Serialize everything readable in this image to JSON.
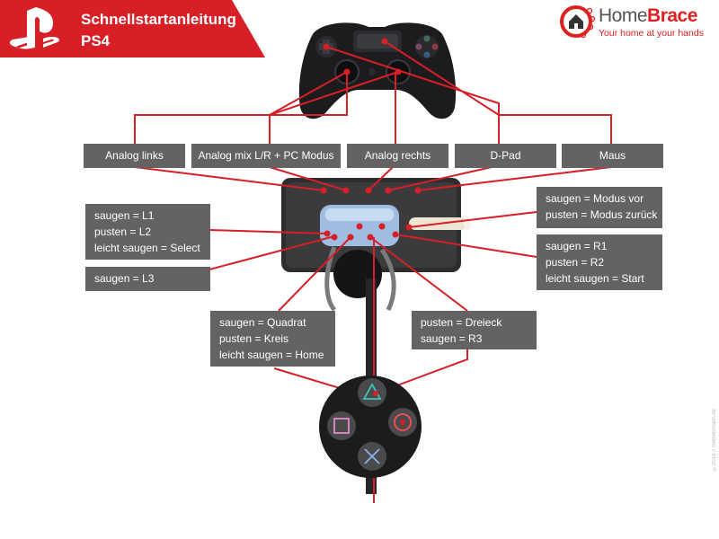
{
  "header": {
    "title_line1": "Schnellstartanleitung",
    "title_line2": "PS4",
    "brand_color": "#d81f26"
  },
  "logo": {
    "name_regular": "Home",
    "name_bold": "Brace",
    "tagline": "Your home at your hands"
  },
  "top_labels": {
    "analog_links": "Analog links",
    "analog_mix": "Analog mix L/R + PC Modus",
    "analog_rechts": "Analog rechts",
    "dpad": "D-Pad",
    "maus": "Maus"
  },
  "left_box": {
    "lines": [
      "saugen = L1",
      "pusten = L2",
      "leicht saugen = Select"
    ]
  },
  "l3_box": {
    "lines": [
      "saugen = L3"
    ]
  },
  "mode_box": {
    "lines": [
      "saugen = Modus vor",
      "pusten = Modus zurück"
    ]
  },
  "r_box": {
    "lines": [
      "saugen = R1",
      "pusten = R2",
      "leicht saugen = Start"
    ]
  },
  "square_box": {
    "lines": [
      "saugen = Quadrat",
      "pusten = Kreis",
      "leicht saugen = Home"
    ]
  },
  "triangle_box": {
    "lines": [
      "pusten = Dreieck",
      "saugen = R3"
    ]
  },
  "copyright": "©2018 // medienmann.de",
  "colors": {
    "label_bg": "#636363",
    "line": "#d61f26",
    "button_face": "#1c1c1c"
  },
  "icons": [
    "playstation-logo-icon",
    "house-logo-icon",
    "gamepad-icon",
    "triangle-icon",
    "circle-icon",
    "cross-icon",
    "square-icon"
  ]
}
